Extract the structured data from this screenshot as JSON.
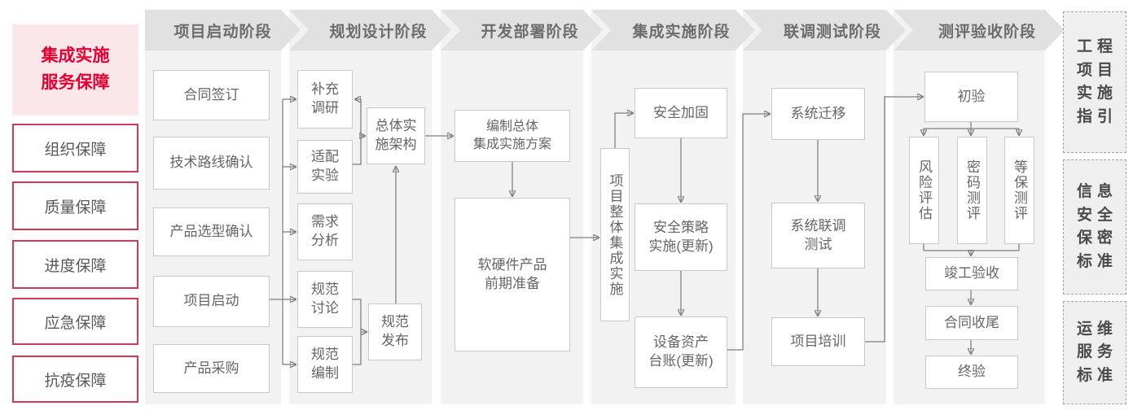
{
  "colors": {
    "accent_red": "#e60032",
    "pink_bg": "#fbe7ea",
    "red_border": "#cc3a55",
    "panel_gray": "#f2f2f2",
    "chevron_gray": "#e1e1e1",
    "box_border": "#c9c9c9",
    "line_gray": "#7f7f7f"
  },
  "left_panel": {
    "title": "集成实施\n服务保障",
    "items": [
      "组织保障",
      "质量保障",
      "进度保障",
      "应急保障",
      "抗疫保障"
    ]
  },
  "phases": [
    "项目启动阶段",
    "规划设计阶段",
    "开发部署阶段",
    "集成实施阶段",
    "联调测试阶段",
    "测评验收阶段"
  ],
  "nodes": {
    "contract_signing": "合同签订",
    "tech_route_confirm": "技术路线确认",
    "product_selection_confirm": "产品选型确认",
    "project_kickoff": "项目启动",
    "product_procurement": "产品采购",
    "supplementary_research": "补充\n调研",
    "adaptation_experiment": "适配\n实验",
    "requirement_analysis": "需求\n分析",
    "spec_discussion": "规范\n讨论",
    "spec_drafting": "规范\n编制",
    "overall_impl_architecture": "总体实\n施架构",
    "spec_release": "规范\n发布",
    "overall_integration_plan": "编制总体\n集成实施方案",
    "hw_sw_preparation": "软硬件产品\n前期准备",
    "overall_integration_impl": "项目整体集成实施",
    "security_hardening": "安全加固",
    "security_policy_impl": "安全策略\n实施(更新)",
    "asset_ledger": "设备资产\n台账(更新)",
    "system_migration": "系统迁移",
    "joint_debugging_test": "系统联调\n测试",
    "project_training": "项目培训",
    "initial_acceptance": "初验",
    "risk_assessment": "风险评估",
    "crypto_evaluation": "密码测评",
    "classified_protection_eval": "等保测评",
    "completion_acceptance": "竣工验收",
    "contract_closure": "合同收尾",
    "final_acceptance": "终验"
  },
  "right_panel": {
    "items": [
      "工程\n项目\n实施\n指引",
      "信息\n安全\n保密\n标准",
      "运维\n服务\n标准"
    ]
  }
}
